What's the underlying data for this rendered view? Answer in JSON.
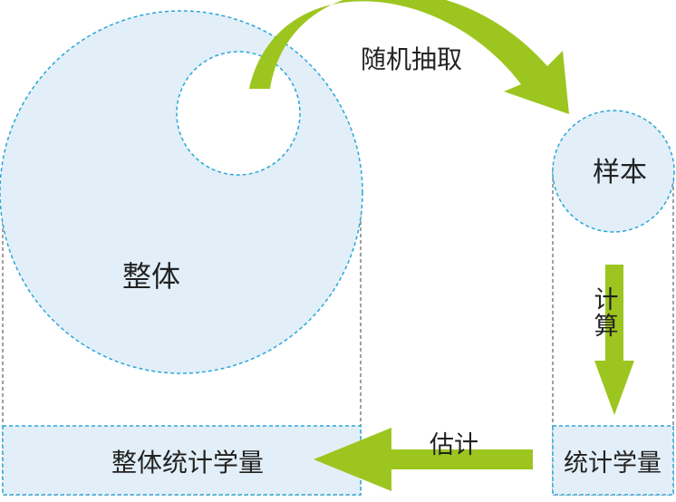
{
  "labels": {
    "population": "整体",
    "random_sampling": "随机抽取",
    "sample": "样本",
    "compute": [
      "计",
      "算"
    ],
    "estimate": "估计",
    "population_statistic": "整体统计学量",
    "sample_statistic": "统计学量"
  },
  "colors": {
    "fill": "#e2eff8",
    "dashed_blue": "#2ba6d9",
    "dashed_gray": "#6e6e6e",
    "arrow_green": "#9cc61f",
    "text": "#222222"
  }
}
